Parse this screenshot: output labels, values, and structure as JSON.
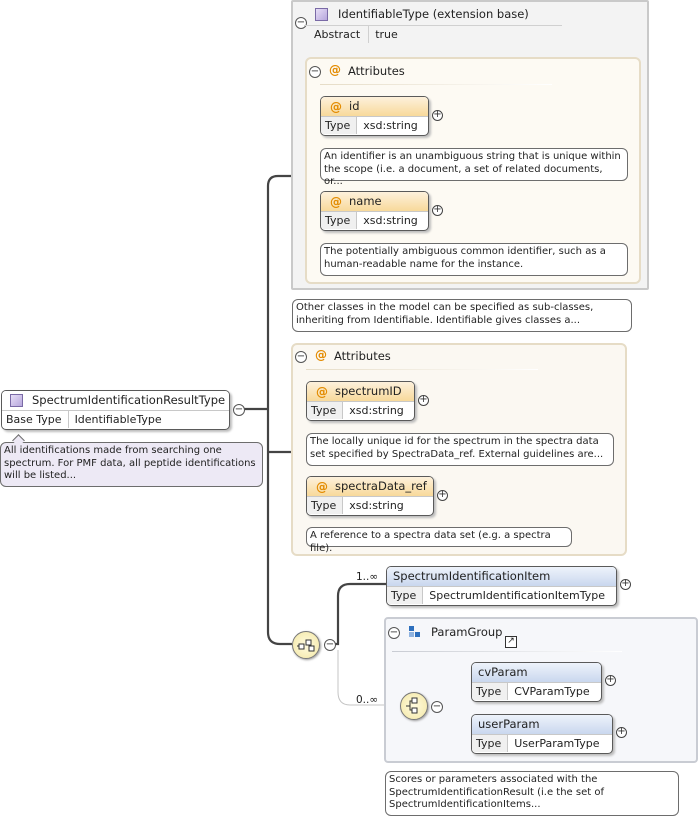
{
  "root": {
    "name": "SpectrumIdentificationResultType",
    "base_type_key": "Base Type",
    "base_type_value": "IdentifiableType",
    "doc": "All identifications made from searching one spectrum. For PMF data, all peptide identifications will be listed..."
  },
  "identifiable": {
    "name": "IdentifiableType (extension base)",
    "abstract_key": "Abstract",
    "abstract_value": "true",
    "doc": "Other classes in the model can be specified as sub-classes, inheriting from Identifiable. Identifiable gives classes a...",
    "attributes_label": "Attributes",
    "attrs": [
      {
        "at": "@",
        "name": "id",
        "type_key": "Type",
        "type_value": "xsd:string",
        "doc": "An identifier is an unambiguous string that is unique within the scope (i.e. a document, a set of related documents, or..."
      },
      {
        "at": "@",
        "name": "name",
        "type_key": "Type",
        "type_value": "xsd:string",
        "doc": "The potentially ambiguous common identifier, such as a human-readable name for the instance."
      }
    ]
  },
  "local_attributes": {
    "label": "Attributes",
    "attrs": [
      {
        "at": "@",
        "name": "spectrumID",
        "type_key": "Type",
        "type_value": "xsd:string",
        "doc": "The locally unique id for the spectrum in the spectra data set specified by SpectraData_ref. External guidelines are..."
      },
      {
        "at": "@",
        "name": "spectraData_ref",
        "type_key": "Type",
        "type_value": "xsd:string",
        "doc": "A reference to a spectra data set (e.g. a spectra file)."
      }
    ]
  },
  "sequence": {
    "item": {
      "multiplicity": "1..∞",
      "name": "SpectrumIdentificationItem",
      "type_key": "Type",
      "type_value": "SpectrumIdentificationItemType"
    },
    "param_group": {
      "multiplicity": "0..∞",
      "name": "ParamGroup",
      "doc": "Scores or parameters associated with the SpectrumIdentificationResult (i.e the set of SpectrumIdentificationItems...",
      "choices": [
        {
          "name": "cvParam",
          "type_key": "Type",
          "type_value": "CVParamType"
        },
        {
          "name": "userParam",
          "type_key": "Type",
          "type_value": "UserParamType"
        }
      ]
    }
  },
  "icons": {
    "class_icon": "class-square-icon",
    "attribute_icon": "at-sign-icon",
    "expand_icon": "plus-circle-icon",
    "collapse_icon": "minus-circle-icon",
    "sequence_icon": "sequence-compositor-icon",
    "choice_icon": "choice-compositor-icon",
    "group_icon": "group-icon",
    "link_icon": "external-link-icon"
  },
  "colors": {
    "attribute_header": "#f8d99a",
    "element_header": "#c9d7ee",
    "class_icon": "#b7a7dc",
    "compositor": "#f3e7a4",
    "attribute_symbol": "#e38b00"
  }
}
